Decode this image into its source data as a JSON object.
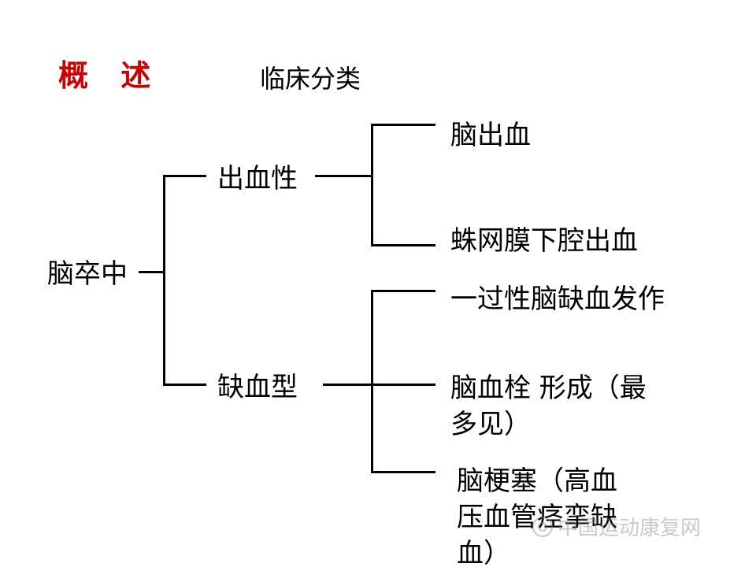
{
  "colors": {
    "title": "#cc0000",
    "text": "#000000",
    "lines": "#000000",
    "watermark": "#8a8a8a"
  },
  "header": {
    "title": "概 述",
    "subtitle": "临床分类"
  },
  "tree": {
    "root": "脑卒中",
    "branches": [
      {
        "label": "出血性",
        "children": [
          "脑出血",
          "蛛网膜下腔出血"
        ]
      },
      {
        "label": "缺血型",
        "children": [
          "一过性脑缺血发作",
          "脑血栓 形成（最多见）",
          "脑梗塞（高血压血管痉挛缺血）"
        ]
      }
    ]
  },
  "watermark": {
    "icon": "wechat-icon",
    "text": "中国运动康复网"
  }
}
